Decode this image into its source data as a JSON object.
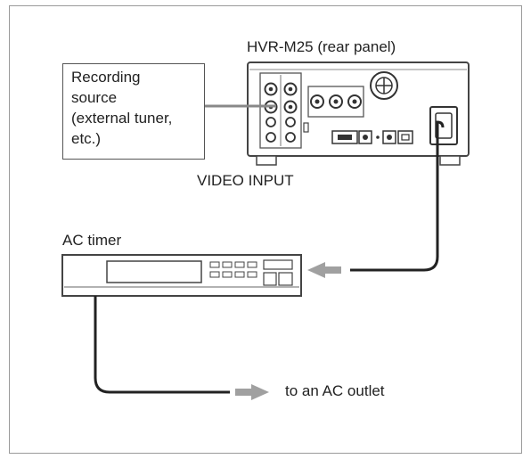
{
  "device_label": "HVR-M25 (rear panel)",
  "source_box": {
    "lines": [
      "Recording",
      "source",
      "(external tuner,",
      "etc.)"
    ]
  },
  "video_input_label": "VIDEO INPUT",
  "ac_timer_label": "AC timer",
  "outlet_label": "to an AC outlet",
  "colors": {
    "line": "#222222",
    "arrow": "#a0a0a0",
    "device_fill": "#ffffff",
    "device_stroke": "#444444"
  }
}
